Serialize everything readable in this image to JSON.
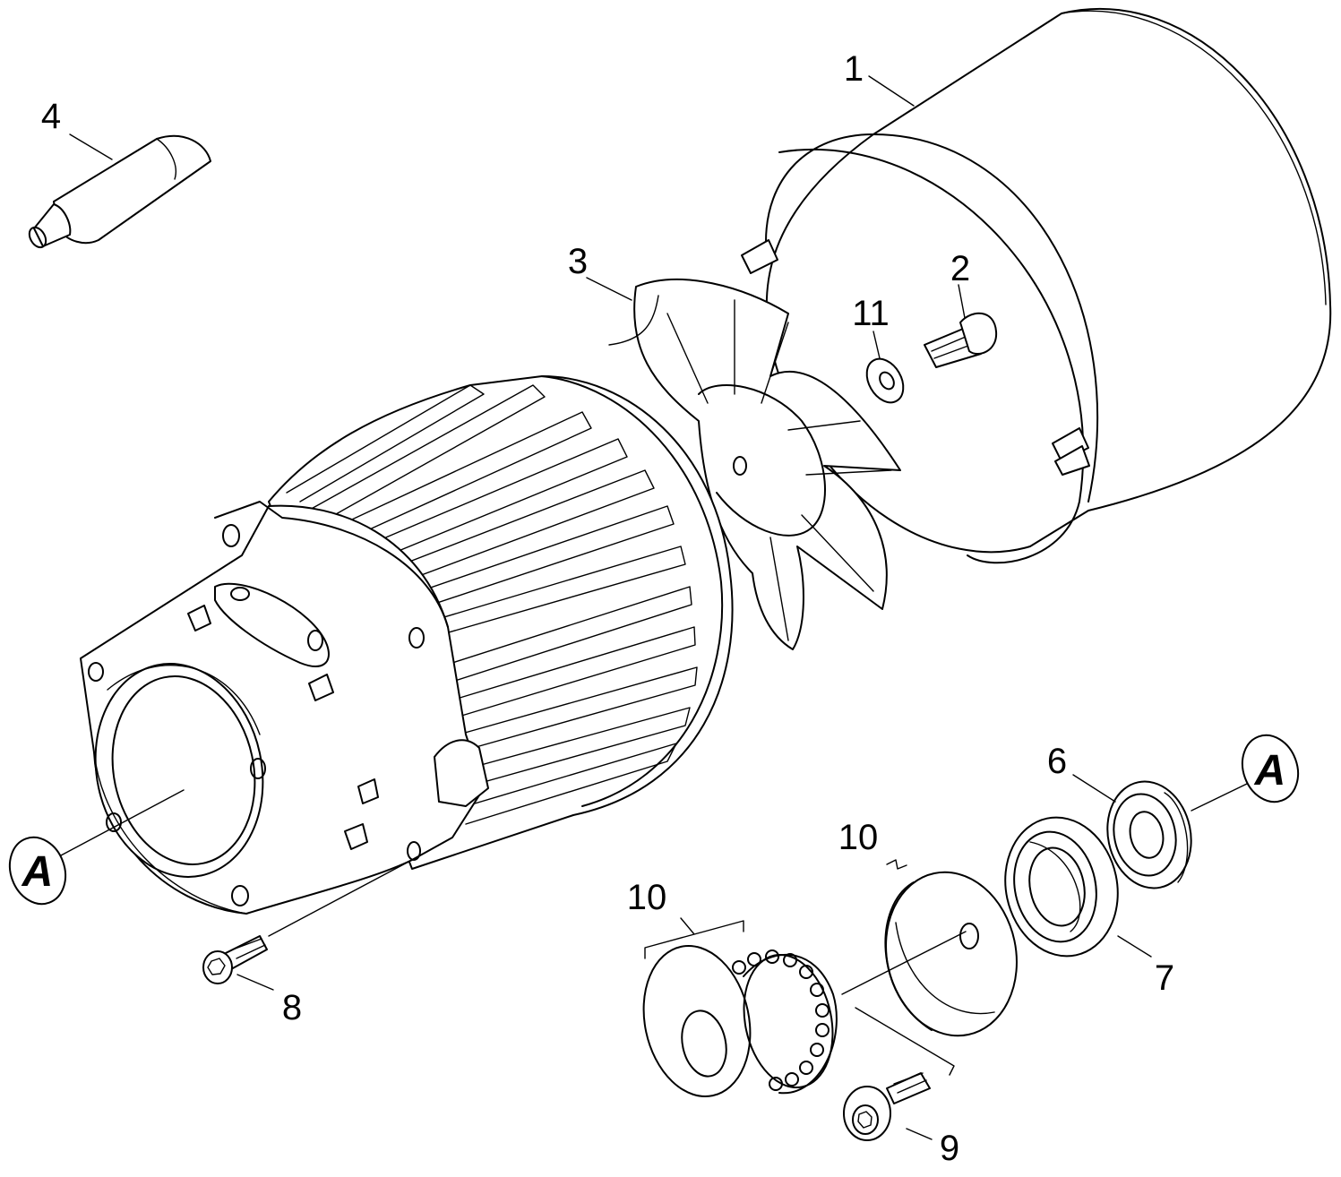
{
  "labels": {
    "p1": "1",
    "p2": "2",
    "p3": "3",
    "p4": "4",
    "p6": "6",
    "p7": "7",
    "p8": "8",
    "p9": "9",
    "p10a": "10",
    "p10b": "10",
    "p11": "11",
    "ref_left": "A",
    "ref_right": "A"
  }
}
